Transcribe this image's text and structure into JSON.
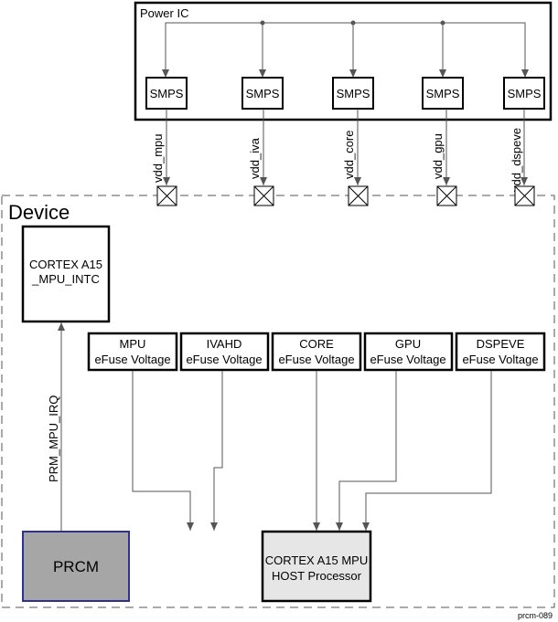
{
  "power_ic": {
    "title": "Power IC",
    "smps_label": "SMPS",
    "rails": [
      "vdd_mpu",
      "vdd_iva",
      "vdd_core",
      "vdd_gpu",
      "vdd_dspeve"
    ]
  },
  "device": {
    "title": "Device",
    "intc": {
      "line1": "CORTEX A15",
      "line2": "_MPU_INTC"
    },
    "efuse": [
      {
        "line1": "MPU",
        "line2": "eFuse Voltage"
      },
      {
        "line1": "IVAHD",
        "line2": "eFuse Voltage"
      },
      {
        "line1": "CORE",
        "line2": "eFuse Voltage"
      },
      {
        "line1": "GPU",
        "line2": "eFuse Voltage"
      },
      {
        "line1": "DSPEVE",
        "line2": "eFuse Voltage"
      }
    ],
    "irq_signal": "PRM_MPU_IRQ",
    "prcm": "PRCM",
    "host": {
      "line1": "CORTEX A15 MPU",
      "line2": "HOST Processor"
    }
  },
  "figure_id": "prcm-089",
  "colors": {
    "prcm_fill": "#a6a6a6",
    "prcm_border": "#2e3192",
    "host_fill": "#e6e6e6"
  }
}
